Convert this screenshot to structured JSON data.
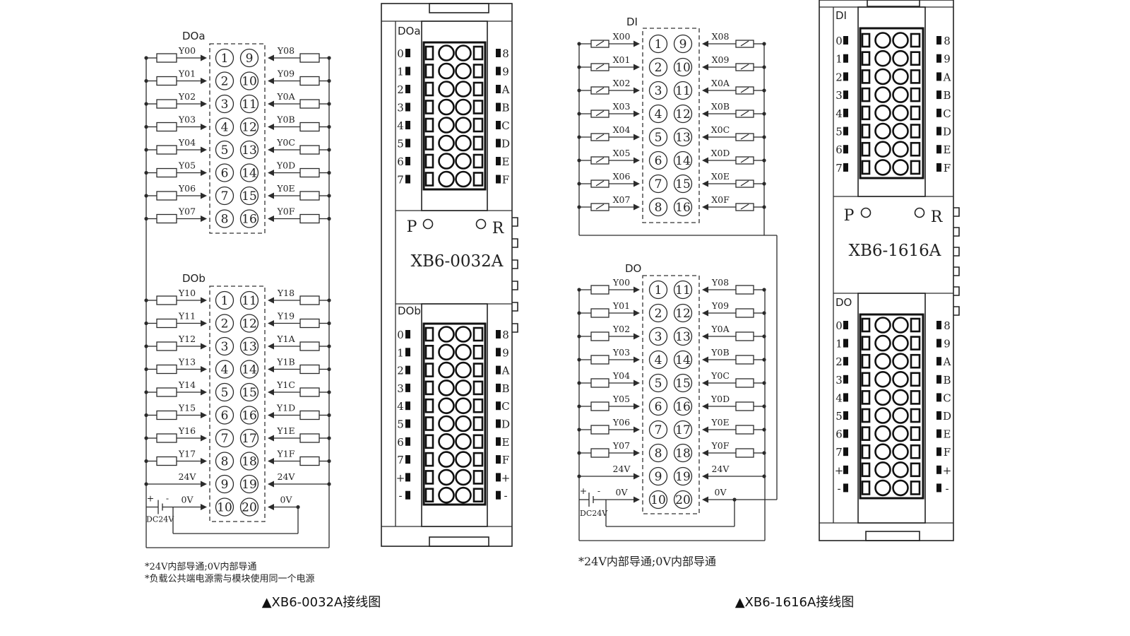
{
  "wiring_diagrams": [
    {
      "caption": "▲XB6-0032A接线图",
      "notes": [
        "*24V内部导通;0V内部导通",
        "*负载公共端电源需与模块使用同一个电源"
      ],
      "supply": {
        "plus": "+",
        "minus": "-",
        "label": "DC24V"
      },
      "groups": [
        {
          "label": "DOa",
          "is_input": false,
          "rows": [
            {
              "left_terminal": "1",
              "right_terminal": "9",
              "left_signal": "Y00",
              "right_signal": "Y08"
            },
            {
              "left_terminal": "2",
              "right_terminal": "10",
              "left_signal": "Y01",
              "right_signal": "Y09"
            },
            {
              "left_terminal": "3",
              "right_terminal": "11",
              "left_signal": "Y02",
              "right_signal": "Y0A"
            },
            {
              "left_terminal": "4",
              "right_terminal": "12",
              "left_signal": "Y03",
              "right_signal": "Y0B"
            },
            {
              "left_terminal": "5",
              "right_terminal": "13",
              "left_signal": "Y04",
              "right_signal": "Y0C"
            },
            {
              "left_terminal": "6",
              "right_terminal": "14",
              "left_signal": "Y05",
              "right_signal": "Y0D"
            },
            {
              "left_terminal": "7",
              "right_terminal": "15",
              "left_signal": "Y06",
              "right_signal": "Y0E"
            },
            {
              "left_terminal": "8",
              "right_terminal": "16",
              "left_signal": "Y07",
              "right_signal": "Y0F"
            }
          ]
        },
        {
          "label": "DOb",
          "is_input": false,
          "rows": [
            {
              "left_terminal": "1",
              "right_terminal": "11",
              "left_signal": "Y10",
              "right_signal": "Y18"
            },
            {
              "left_terminal": "2",
              "right_terminal": "12",
              "left_signal": "Y11",
              "right_signal": "Y19"
            },
            {
              "left_terminal": "3",
              "right_terminal": "13",
              "left_signal": "Y12",
              "right_signal": "Y1A"
            },
            {
              "left_terminal": "4",
              "right_terminal": "14",
              "left_signal": "Y13",
              "right_signal": "Y1B"
            },
            {
              "left_terminal": "5",
              "right_terminal": "15",
              "left_signal": "Y14",
              "right_signal": "Y1C"
            },
            {
              "left_terminal": "6",
              "right_terminal": "16",
              "left_signal": "Y15",
              "right_signal": "Y1D"
            },
            {
              "left_terminal": "7",
              "right_terminal": "17",
              "left_signal": "Y16",
              "right_signal": "Y1E"
            },
            {
              "left_terminal": "8",
              "right_terminal": "18",
              "left_signal": "Y17",
              "right_signal": "Y1F"
            },
            {
              "left_terminal": "9",
              "right_terminal": "19",
              "left_signal": "24V",
              "right_signal": "24V"
            },
            {
              "left_terminal": "10",
              "right_terminal": "20",
              "left_signal": "0V",
              "right_signal": "0V"
            }
          ]
        }
      ]
    },
    {
      "caption": "▲XB6-1616A接线图",
      "notes": [
        "*24V内部导通;0V内部导通"
      ],
      "supply": {
        "plus": "+",
        "minus": "-",
        "label": "DC24V"
      },
      "groups": [
        {
          "label": "DI",
          "is_input": true,
          "rows": [
            {
              "left_terminal": "1",
              "right_terminal": "9",
              "left_signal": "X00",
              "right_signal": "X08"
            },
            {
              "left_terminal": "2",
              "right_terminal": "10",
              "left_signal": "X01",
              "right_signal": "X09"
            },
            {
              "left_terminal": "3",
              "right_terminal": "11",
              "left_signal": "X02",
              "right_signal": "X0A"
            },
            {
              "left_terminal": "4",
              "right_terminal": "12",
              "left_signal": "X03",
              "right_signal": "X0B"
            },
            {
              "left_terminal": "5",
              "right_terminal": "13",
              "left_signal": "X04",
              "right_signal": "X0C"
            },
            {
              "left_terminal": "6",
              "right_terminal": "14",
              "left_signal": "X05",
              "right_signal": "X0D"
            },
            {
              "left_terminal": "7",
              "right_terminal": "15",
              "left_signal": "X06",
              "right_signal": "X0E"
            },
            {
              "left_terminal": "8",
              "right_terminal": "16",
              "left_signal": "X07",
              "right_signal": "X0F"
            }
          ]
        },
        {
          "label": "DO",
          "is_input": false,
          "rows": [
            {
              "left_terminal": "1",
              "right_terminal": "11",
              "left_signal": "Y00",
              "right_signal": "Y08"
            },
            {
              "left_terminal": "2",
              "right_terminal": "12",
              "left_signal": "Y01",
              "right_signal": "Y09"
            },
            {
              "left_terminal": "3",
              "right_terminal": "13",
              "left_signal": "Y02",
              "right_signal": "Y0A"
            },
            {
              "left_terminal": "4",
              "right_terminal": "14",
              "left_signal": "Y03",
              "right_signal": "Y0B"
            },
            {
              "left_terminal": "5",
              "right_terminal": "15",
              "left_signal": "Y04",
              "right_signal": "Y0C"
            },
            {
              "left_terminal": "6",
              "right_terminal": "16",
              "left_signal": "Y05",
              "right_signal": "Y0D"
            },
            {
              "left_terminal": "7",
              "right_terminal": "17",
              "left_signal": "Y06",
              "right_signal": "Y0E"
            },
            {
              "left_terminal": "8",
              "right_terminal": "18",
              "left_signal": "Y07",
              "right_signal": "Y0F"
            },
            {
              "left_terminal": "9",
              "right_terminal": "19",
              "left_signal": "24V",
              "right_signal": "24V"
            },
            {
              "left_terminal": "10",
              "right_terminal": "20",
              "left_signal": "0V",
              "right_signal": "0V"
            }
          ]
        }
      ]
    }
  ],
  "modules": [
    {
      "model": "XB6-0032A",
      "power_led": "P",
      "run_led": "R",
      "blocks": [
        {
          "label": "DOa",
          "left_channels": [
            "0",
            "1",
            "2",
            "3",
            "4",
            "5",
            "6",
            "7"
          ],
          "right_channels": [
            "8",
            "9",
            "A",
            "B",
            "C",
            "D",
            "E",
            "F"
          ]
        },
        {
          "label": "DOb",
          "left_channels": [
            "0",
            "1",
            "2",
            "3",
            "4",
            "5",
            "6",
            "7",
            "+",
            "-"
          ],
          "right_channels": [
            "8",
            "9",
            "A",
            "B",
            "C",
            "D",
            "E",
            "F",
            "+",
            "-"
          ]
        }
      ]
    },
    {
      "model": "XB6-1616A",
      "power_led": "P",
      "run_led": "R",
      "blocks": [
        {
          "label": "DI",
          "left_channels": [
            "0",
            "1",
            "2",
            "3",
            "4",
            "5",
            "6",
            "7"
          ],
          "right_channels": [
            "8",
            "9",
            "A",
            "B",
            "C",
            "D",
            "E",
            "F"
          ]
        },
        {
          "label": "DO",
          "left_channels": [
            "0",
            "1",
            "2",
            "3",
            "4",
            "5",
            "6",
            "7",
            "+",
            "-"
          ],
          "right_channels": [
            "8",
            "9",
            "A",
            "B",
            "C",
            "D",
            "E",
            "F",
            "+",
            "-"
          ]
        }
      ]
    }
  ]
}
